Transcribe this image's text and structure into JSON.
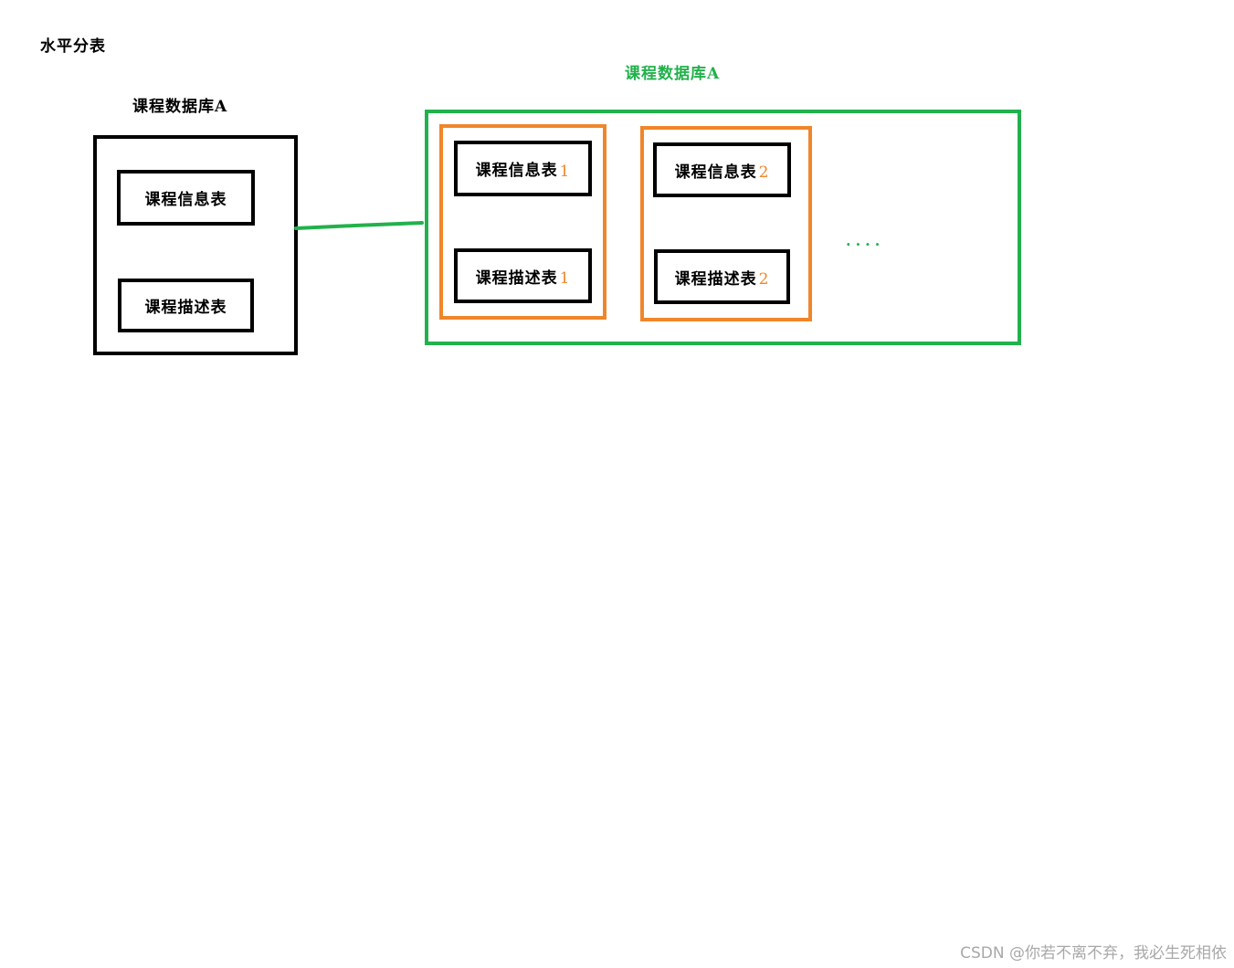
{
  "title": "水平分表",
  "left_db": {
    "label": "课程数据库A",
    "tables": [
      "课程信息表",
      "课程描述表"
    ]
  },
  "right_db": {
    "label": "课程数据库A",
    "groups": [
      {
        "info_table": "课程信息表",
        "desc_table": "课程描述表",
        "index": "1"
      },
      {
        "info_table": "课程信息表",
        "desc_table": "课程描述表",
        "index": "2"
      }
    ],
    "ellipsis": "...."
  },
  "watermark": "CSDN @你若不离不弃，我必生死相依",
  "colors": {
    "shard_container": "#22b14c",
    "shard_group": "#f0862a",
    "connector": "#22b14c"
  }
}
